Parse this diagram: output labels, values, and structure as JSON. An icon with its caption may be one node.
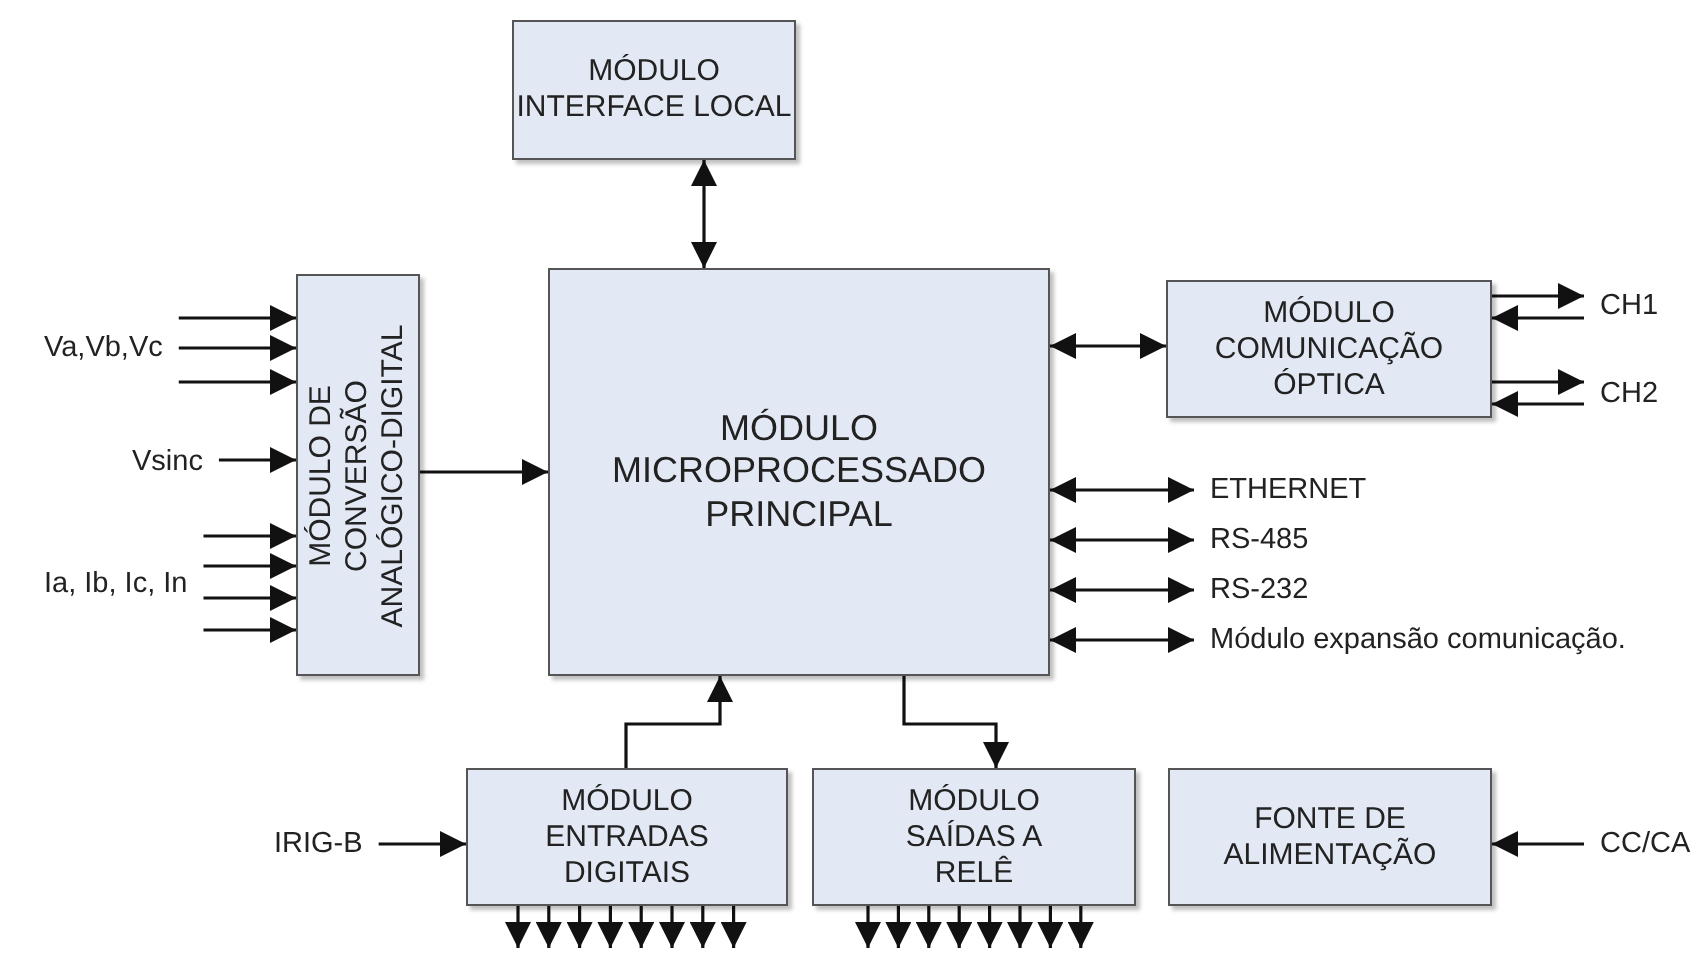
{
  "diagram": {
    "nodes": [
      {
        "text": [
          "MÓDULO INTERFACE LOCAL"
        ]
      },
      {
        "text": [
          "MÓDULO DE CONVERSÃO ANALÓGICO-DIGITAL"
        ]
      },
      {
        "text": [
          "MÓDULO MICROPROCESSADO PRINCIPAL"
        ]
      },
      {
        "text": [
          "MÓDULO COMUNICAÇÃO ÓPTICA"
        ]
      },
      {
        "text": [
          "MÓDULO ENTRADAS DIGITAIS"
        ]
      },
      {
        "text": [
          "MÓDULO SAÍDAS A RELÊ"
        ]
      },
      {
        "text": [
          "FONTE DE ALIMENTAÇÃO"
        ]
      },
      {
        "text": [
          "Va,Vb,Vc"
        ]
      },
      {
        "text": [
          "Vsinc"
        ]
      },
      {
        "text": [
          "Ia, Ib, Ic, In"
        ]
      },
      {
        "text": [
          "CH1"
        ]
      },
      {
        "text": [
          "CH2"
        ]
      },
      {
        "text": [
          "ETHERNET"
        ]
      },
      {
        "text": [
          "RS-485"
        ]
      },
      {
        "text": [
          "RS-232"
        ]
      },
      {
        "text": [
          "Módulo expansão comunicação."
        ]
      },
      {
        "text": [
          "IRIG-B"
        ]
      },
      {
        "text": [
          "CC/CA"
        ]
      }
    ],
    "edges": [
      {
        "from": 7,
        "to": 1,
        "arrow": "to"
      },
      {
        "from": 7,
        "to": 1,
        "arrow": "to"
      },
      {
        "from": 7,
        "to": 1,
        "arrow": "to"
      },
      {
        "from": 8,
        "to": 1,
        "arrow": "to"
      },
      {
        "from": 9,
        "to": 1,
        "arrow": "to"
      },
      {
        "from": 9,
        "to": 1,
        "arrow": "to"
      },
      {
        "from": 9,
        "to": 1,
        "arrow": "to"
      },
      {
        "from": 9,
        "to": 1,
        "arrow": "to"
      },
      {
        "from": 1,
        "to": 2,
        "arrow": "to"
      },
      {
        "from": 2,
        "to": 0,
        "arrow": "both"
      },
      {
        "from": 2,
        "to": 3,
        "arrow": "both"
      },
      {
        "from": 3,
        "to": 10,
        "arrow": "to"
      },
      {
        "from": 10,
        "to": 3,
        "arrow": "to"
      },
      {
        "from": 3,
        "to": 11,
        "arrow": "to"
      },
      {
        "from": 11,
        "to": 3,
        "arrow": "to"
      },
      {
        "from": 2,
        "to": 12,
        "arrow": "both"
      },
      {
        "from": 2,
        "to": 13,
        "arrow": "both"
      },
      {
        "from": 2,
        "to": 14,
        "arrow": "both"
      },
      {
        "from": 2,
        "to": 15,
        "arrow": "both"
      },
      {
        "from": 4,
        "to": 2,
        "arrow": "to"
      },
      {
        "from": 2,
        "to": 5,
        "arrow": "to"
      },
      {
        "from": 16,
        "to": 4,
        "arrow": "to"
      },
      {
        "from": 17,
        "to": 6,
        "arrow": "to"
      },
      {
        "from": 4,
        "to": null,
        "arrow": "to"
      },
      {
        "from": 4,
        "to": null,
        "arrow": "to"
      },
      {
        "from": 4,
        "to": null,
        "arrow": "to"
      },
      {
        "from": 4,
        "to": null,
        "arrow": "to"
      },
      {
        "from": 4,
        "to": null,
        "arrow": "to"
      },
      {
        "from": 4,
        "to": null,
        "arrow": "to"
      },
      {
        "from": 4,
        "to": null,
        "arrow": "to"
      },
      {
        "from": 4,
        "to": null,
        "arrow": "to"
      },
      {
        "from": 5,
        "to": null,
        "arrow": "to"
      },
      {
        "from": 5,
        "to": null,
        "arrow": "to"
      },
      {
        "from": 5,
        "to": null,
        "arrow": "to"
      },
      {
        "from": 5,
        "to": null,
        "arrow": "to"
      },
      {
        "from": 5,
        "to": null,
        "arrow": "to"
      },
      {
        "from": 5,
        "to": null,
        "arrow": "to"
      },
      {
        "from": 5,
        "to": null,
        "arrow": "to"
      },
      {
        "from": 5,
        "to": null,
        "arrow": "to"
      }
    ]
  }
}
